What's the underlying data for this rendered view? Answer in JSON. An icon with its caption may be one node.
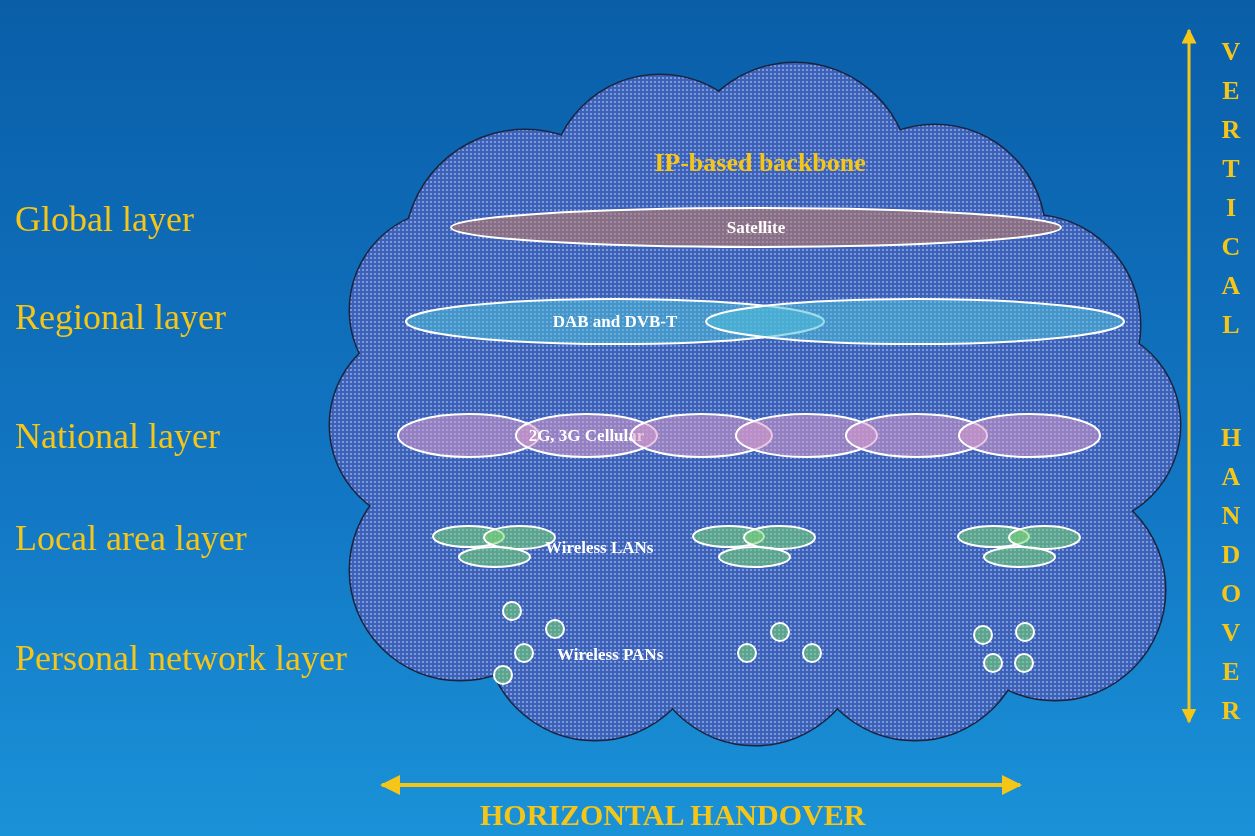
{
  "diagram": {
    "nodes": [
      {
        "text": [
          "IP-based backbone"
        ]
      },
      {
        "text": [
          "Satellite"
        ],
        "in": 0
      },
      {
        "text": [
          "DAB and DVB-T"
        ],
        "in": 0
      },
      {
        "text": [],
        "shape": "ellipse",
        "in": 0
      },
      {
        "text": [],
        "shape": "ellipse",
        "in": 0
      },
      {
        "text": [
          "2G, 3G Cellular"
        ],
        "in": 0
      },
      {
        "text": [],
        "shape": "ellipse",
        "in": 0
      },
      {
        "text": [],
        "shape": "ellipse",
        "in": 0
      },
      {
        "text": [],
        "shape": "ellipse",
        "in": 0
      },
      {
        "text": [],
        "shape": "ellipse",
        "in": 0
      },
      {
        "text": [],
        "shape": "ellipse",
        "in": 0
      },
      {
        "text": [],
        "shape": "ellipse",
        "in": 0
      },
      {
        "text": [],
        "shape": "ellipse",
        "in": 0
      },
      {
        "text": [],
        "shape": "ellipse",
        "in": 0
      },
      {
        "text": [],
        "shape": "ellipse",
        "in": 0
      },
      {
        "text": [],
        "shape": "ellipse",
        "in": 0
      },
      {
        "text": [],
        "shape": "ellipse",
        "in": 0
      },
      {
        "text": [],
        "shape": "ellipse",
        "in": 0
      },
      {
        "text": [],
        "shape": "ellipse",
        "in": 0
      },
      {
        "text": [],
        "shape": "circle",
        "in": 0
      },
      {
        "text": [],
        "shape": "circle",
        "in": 0
      },
      {
        "text": [],
        "shape": "circle",
        "in": 0
      },
      {
        "text": [],
        "shape": "circle",
        "in": 0
      },
      {
        "text": [],
        "shape": "circle",
        "in": 0
      },
      {
        "text": [],
        "shape": "circle",
        "in": 0
      },
      {
        "text": [],
        "shape": "circle",
        "in": 0
      },
      {
        "text": [],
        "shape": "circle",
        "in": 0
      },
      {
        "text": [],
        "shape": "circle",
        "in": 0
      },
      {
        "text": [],
        "shape": "circle",
        "in": 0
      },
      {
        "text": [],
        "shape": "circle",
        "in": 0
      }
    ],
    "edges": [],
    "labels": [
      "Global layer",
      "Regional layer",
      "National layer",
      "Local area layer",
      "Personal network layer",
      "Wireless LANs",
      "Wireless PANs",
      "VERTICAL",
      "HANDOVER",
      "HORIZONTAL HANDOVER"
    ]
  }
}
